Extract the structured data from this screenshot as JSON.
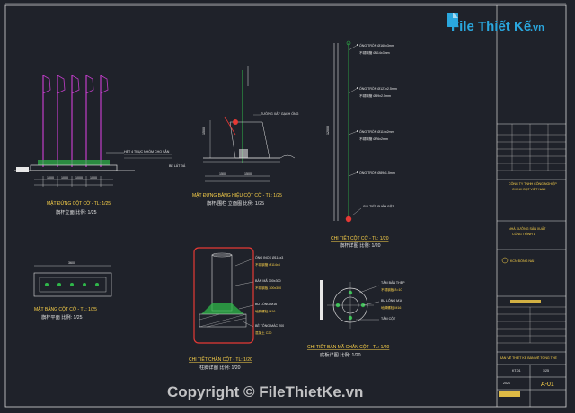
{
  "watermark": {
    "brand": "File Thiết Kế",
    "domain": ".vn"
  },
  "footer": {
    "copyright": "Copyright © FileThietKe.vn"
  },
  "views": {
    "elevation": {
      "title": "MẶT ĐỨNG CỘT CỜ - TL: 1/25",
      "subtitle": "旗杆立面  比例: 1/25",
      "note": "HẾT 4 TRỤC NHÓM CHO SẴN",
      "dims": [
        "1000",
        "1000",
        "1000",
        "1000",
        "1000"
      ]
    },
    "section_sign": {
      "title": "MẶT ĐỨNG BẢNG HIỆU CỘT CỜ - TL: 1/25",
      "subtitle": "旗杆/围栏 立面图 比例: 1/25",
      "note_top": "TƯỜNG XÂY GẠCH ỐNG",
      "note_left": "BỆ LÁT ĐÁ",
      "dims": [
        "1500",
        "1500"
      ]
    },
    "pole_detail": {
      "title": "CHI TIẾT CỘT CỜ - TL: 1/20",
      "subtitle": "旗杆详图 比例: 1/20",
      "callouts": [
        "ỐNG TRÒN Ø160x3mm",
        "不锈钢管 Ø114x3mm",
        "ỐNG TRÒN Ø127x2.5mm",
        "不锈钢管 Ø89x2.5mm",
        "ỐNG TRÒN Ø114x2mm",
        "不锈钢管 Ø76x2mm",
        "ỐNG TRÒN Ø89x1.5mm"
      ],
      "base_note": "CHI TIẾT CHÂN CỘT",
      "height_dim": "12000"
    },
    "plan": {
      "title": "MẶT BẰNG CỘT CỜ - TL: 1/25",
      "subtitle": "旗杆平面 比例: 1/25",
      "dims": [
        "3600"
      ]
    },
    "base_detail": {
      "title": "CHI TIẾT CHÂN CỘT - TL: 1/20",
      "subtitle": "柱脚详图 比例: 1/20",
      "callouts": [
        "ỐNG INOX Ø114x3",
        "不锈钢管 Ø114x3",
        "BẢN MÃ 300x300",
        "不锈钢板 300x300",
        "BU LÔNG M16",
        "地脚螺栓 M16",
        "BÊ TÔNG MÁC 200",
        "混凝土 C20"
      ]
    },
    "base_plate": {
      "title": "CHI TIẾT BẢN MÃ CHÂN CỘT - TL: 1/20",
      "subtitle": "底板详图 比例: 1/20",
      "callouts": [
        "TÂM BẢN THÉP",
        "不锈钢板 δ=10",
        "BU LÔNG M16",
        "地脚螺栓 M16",
        "TÂM CỘT"
      ]
    }
  },
  "title_block": {
    "company": "CÔNG TY TNHH CÔNG NGHIỆP",
    "company2": "CHINH ĐẠT VIỆT NAM",
    "project": "NHÀ XƯỞNG SẢN XUẤT",
    "project2": "CÔNG TRÌNH 1",
    "location": "KCN ĐỒNG NAI",
    "drawing_title": "BẢN VẼ THIẾT KẾ BẢN VẼ TỔNG THỂ",
    "sheet_code": "KT-01",
    "sheet_no": "A-01",
    "date": "2021",
    "scale": "1/25"
  }
}
